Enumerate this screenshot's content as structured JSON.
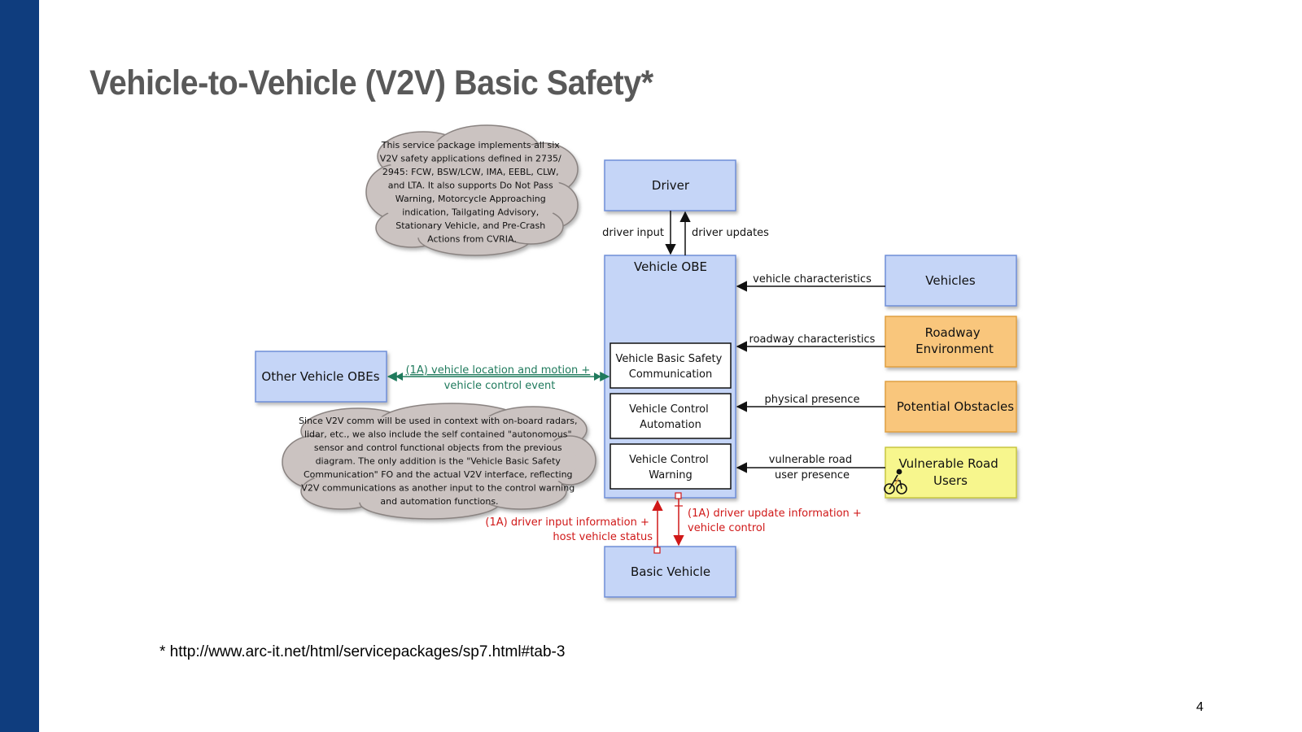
{
  "slide": {
    "title": "Vehicle-to-Vehicle (V2V) Basic Safety*",
    "footnote": "* http://www.arc-it.net/html/servicepackages/sp7.html#tab-3",
    "page_number": "4"
  },
  "colors": {
    "side_bar": "#0f3d7e",
    "blue_box": "#c5d5f7",
    "orange_box": "#f9c67c",
    "yellow_box": "#f7f68d",
    "cloud": "#cbc3c1",
    "green_flow": "#1f7a5c",
    "red_flow": "#d01818"
  },
  "diagram": {
    "nodes": {
      "driver": "Driver",
      "vehicle_obe": "Vehicle OBE",
      "vbsc": [
        "Vehicle Basic Safety",
        "Communication"
      ],
      "vca": [
        "Vehicle Control",
        "Automation"
      ],
      "vcw": [
        "Vehicle Control",
        "Warning"
      ],
      "basic_vehicle": "Basic Vehicle",
      "vehicles": "Vehicles",
      "roadway": [
        "Roadway",
        "Environment"
      ],
      "obstacles": "Potential Obstacles",
      "vru": [
        "Vulnerable Road",
        "Users"
      ],
      "other_obes": "Other Vehicle OBEs"
    },
    "flows": {
      "driver_input": "driver input",
      "driver_updates": "driver updates",
      "vehicle_characteristics": "vehicle characteristics",
      "roadway_characteristics": "roadway characteristics",
      "physical_presence": "physical presence",
      "vru_presence": [
        "vulnerable road",
        "user presence"
      ],
      "v2v": [
        "(1A) vehicle location and motion +",
        "vehicle control event"
      ],
      "driver_input_info": [
        "(1A) driver input information +",
        "host vehicle status"
      ],
      "driver_update_info": [
        "(1A) driver update information +",
        "vehicle control"
      ]
    },
    "notes": {
      "top_cloud": [
        "This service package implements all six",
        "V2V safety applications defined in 2735/",
        "2945: FCW, BSW/LCW, IMA, EEBL, CLW,",
        "and LTA.  It also supports Do Not Pass",
        "Warning, Motorcycle Approaching",
        "indication, Tailgating Advisory,",
        "Stationary Vehicle, and Pre-Crash",
        "Actions from CVRIA."
      ],
      "bottom_cloud": [
        "Since V2V comm will be used in context with on-board radars,",
        "lidar, etc., we also include the self contained \"autonomous\"",
        "sensor and control functional objects from the previous",
        "diagram.  The only addition is the \"Vehicle Basic Safety",
        "Communication\" FO and the actual V2V interface, reflecting",
        "V2V communications as another input to the control warning",
        "and automation functions."
      ]
    },
    "icons": {
      "vru_icon": "cyclist-icon"
    }
  }
}
